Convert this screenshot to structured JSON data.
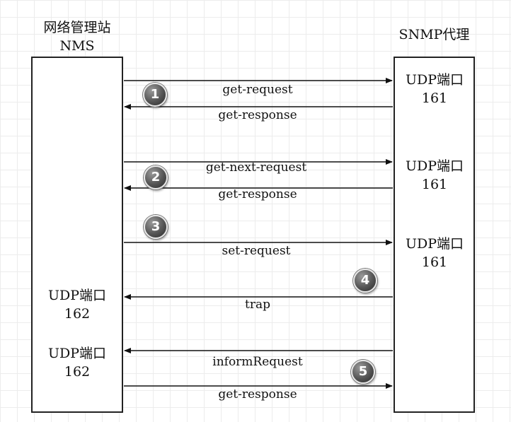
{
  "nms": {
    "title_line1": "网络管理站",
    "title_line2": "NMS"
  },
  "agent": {
    "title": "SNMP代理"
  },
  "ports": {
    "agent_1_line1": "UDP端口",
    "agent_1_line2": "161",
    "agent_2_line1": "UDP端口",
    "agent_2_line2": "161",
    "agent_3_line1": "UDP端口",
    "agent_3_line2": "161",
    "nms_1_line1": "UDP端口",
    "nms_1_line2": "162",
    "nms_2_line1": "UDP端口",
    "nms_2_line2": "162"
  },
  "messages": {
    "m1": "get-request",
    "m2": "get-response",
    "m3": "get-next-request",
    "m4": "get-response",
    "m5": "set-request",
    "m6": "trap",
    "m7": "informRequest",
    "m8": "get-response"
  },
  "steps": {
    "s1": "1",
    "s2": "2",
    "s3": "3",
    "s4": "4",
    "s5": "5"
  }
}
